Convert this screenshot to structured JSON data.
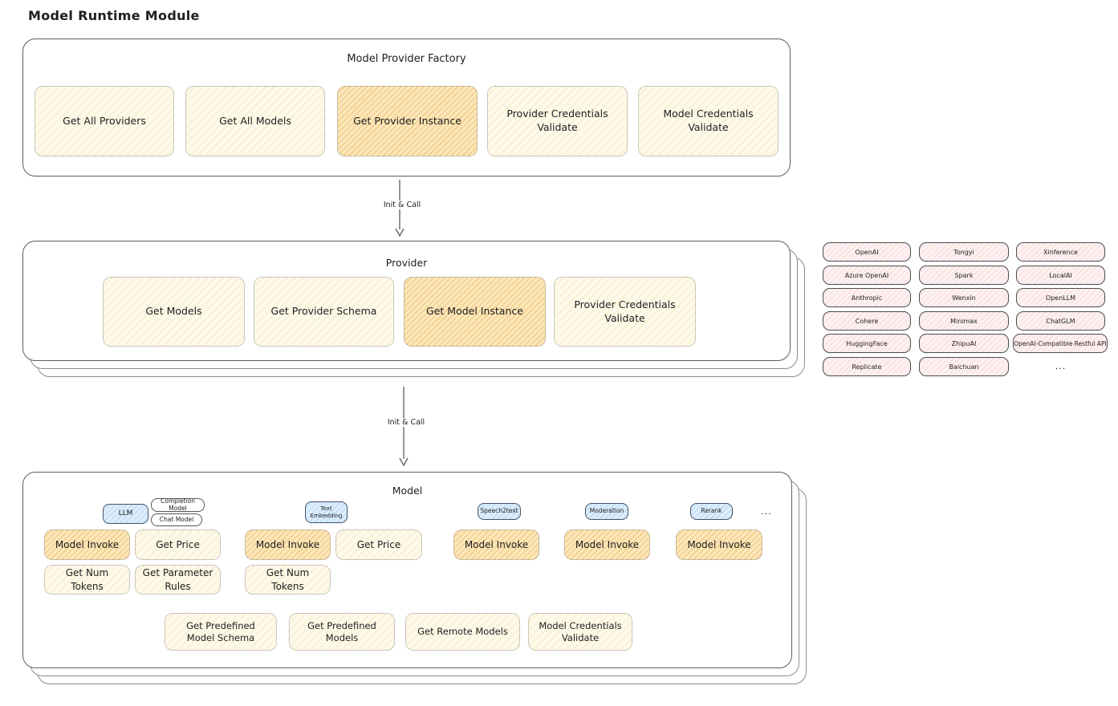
{
  "title": "Model Runtime Module",
  "colors": {
    "box_stroke": "#5c5e63",
    "button_fill": "#fefaea",
    "button_highlight_fill": "#fbe7bb",
    "provider_chip_fill": "#fdf1f1",
    "tag_fill": "#dcedfb",
    "text": "#1e1e1e"
  },
  "factory": {
    "title": "Model Provider Factory",
    "buttons": [
      {
        "label": "Get All Providers",
        "highlighted": false
      },
      {
        "label": "Get All Models",
        "highlighted": false
      },
      {
        "label": "Get Provider Instance",
        "highlighted": true
      },
      {
        "label": "Provider Credentials Validate",
        "highlighted": false
      },
      {
        "label": "Model Credentials Validate",
        "highlighted": false
      }
    ]
  },
  "arrows": [
    {
      "label": "Init & Call"
    },
    {
      "label": "Init & Call"
    }
  ],
  "provider": {
    "title": "Provider",
    "buttons": [
      {
        "label": "Get Models",
        "highlighted": false
      },
      {
        "label": "Get Provider Schema",
        "highlighted": false
      },
      {
        "label": "Get Model Instance",
        "highlighted": true
      },
      {
        "label": "Provider Credentials Validate",
        "highlighted": false
      }
    ]
  },
  "provider_list": {
    "columns": [
      [
        "OpenAI",
        "Azure OpenAI",
        "Anthropic",
        "Cohere",
        "HuggingFace",
        "Replicate"
      ],
      [
        "Tongyi",
        "Spark",
        "Wenxin",
        "Minimax",
        "ZhipuAI",
        "Baichuan"
      ],
      [
        "Xinference",
        "LocalAI",
        "OpenLLM",
        "ChatGLM",
        "OpenAI-Compatible Restful API"
      ]
    ],
    "more": "..."
  },
  "model": {
    "title": "Model",
    "tags": {
      "llm": "LLM",
      "completion_model": "Completion Model",
      "chat_model": "Chat Model",
      "text_embedding": "Text Embedding",
      "speech2text": "Speech2text",
      "moderation": "Moderation",
      "rerank": "Rerank",
      "more": "..."
    },
    "buttons": {
      "model_invoke": "Model Invoke",
      "get_price": "Get Price",
      "get_num_tokens": "Get Num Tokens",
      "get_parameter_rules": "Get Parameter Rules",
      "get_predefined_model_schema": "Get Predefined Model Schema",
      "get_predefined_models": "Get Predefined Models",
      "get_remote_models": "Get Remote Models",
      "model_credentials_validate": "Model Credentials Validate"
    }
  }
}
